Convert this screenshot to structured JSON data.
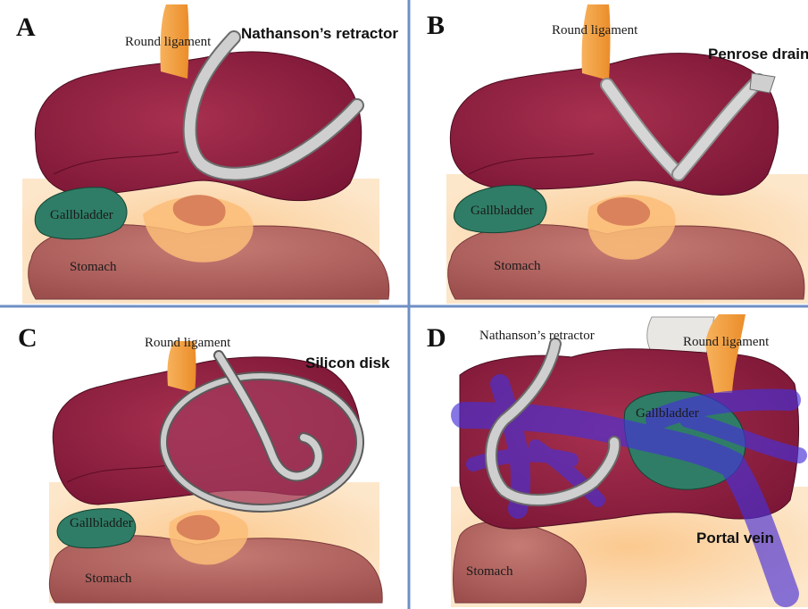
{
  "colors": {
    "divider": "#6f8fc4",
    "liver": "#9a2346",
    "liver_dark": "#7d1636",
    "stomach": "#b2625f",
    "gallbladder": "#2f7d66",
    "ligament": "#f29e3a",
    "pancreas_area": "#fcd7a8",
    "retractor": "#c9c9c9",
    "portal_vein": "#4830d8"
  },
  "panels": [
    {
      "letter": "A",
      "labels": {
        "round_ligament": "Round ligament",
        "device": "Nathanson’s retractor",
        "gallbladder": "Gallbladder",
        "stomach": "Stomach"
      }
    },
    {
      "letter": "B",
      "labels": {
        "round_ligament": "Round ligament",
        "device": "Penrose drain",
        "gallbladder": "Gallbladder",
        "stomach": "Stomach"
      }
    },
    {
      "letter": "C",
      "labels": {
        "round_ligament": "Round ligament",
        "device": "Silicon disk",
        "gallbladder": "Gallbladder",
        "stomach": "Stomach"
      }
    },
    {
      "letter": "D",
      "labels": {
        "round_ligament": "Round ligament",
        "device": "Nathanson’s retractor",
        "gallbladder": "Gallbladder",
        "stomach": "Stomach",
        "portal_vein": "Portal vein"
      }
    }
  ]
}
